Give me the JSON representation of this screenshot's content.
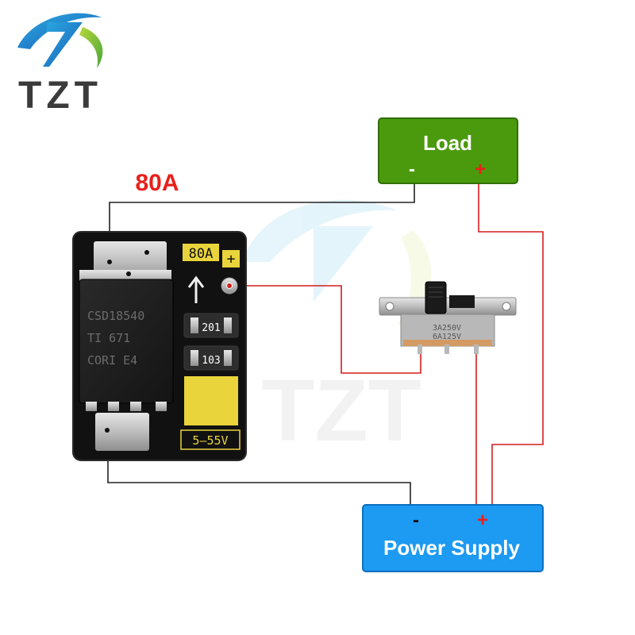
{
  "brand": {
    "name": "TZT",
    "watermark": "TZT"
  },
  "title": "80A",
  "module": {
    "rating_label": "80A",
    "plus_label": "+",
    "voltage_label": "5—55V",
    "mosfet_lines": [
      "CSD18540",
      "TI   671",
      "CORI E4"
    ],
    "resistor_1": "201",
    "resistor_2": "103",
    "arrow_icon": "up-arrow-icon"
  },
  "switch": {
    "rating_1": "3A250V",
    "rating_2": "6A125V"
  },
  "load": {
    "label": "Load",
    "minus": "-",
    "plus": "+",
    "color": "#4b9a0d"
  },
  "power_supply": {
    "label": "Power Supply",
    "minus": "-",
    "plus": "+",
    "color": "#1d9af2"
  },
  "colors": {
    "title_red": "#e8201c",
    "wire_black": "#222222",
    "wire_red": "#d41e1e",
    "pcb": "#111111",
    "pad_yellow": "#e9d43b"
  }
}
